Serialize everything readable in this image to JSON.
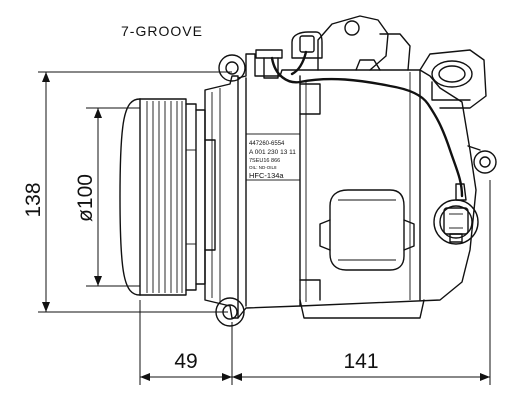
{
  "title": "7-GROOVE",
  "dimensions": {
    "height": "138",
    "pulley_diameter": "ø100",
    "pulley_depth": "49",
    "body_length": "141"
  },
  "label_plate": {
    "line1": "447260-6554",
    "line2": "A 001 230 13 11",
    "line3": "7SEU16 866",
    "line4": "OIL: ND-OIL8",
    "refrigerant": "HFC-134a"
  }
}
